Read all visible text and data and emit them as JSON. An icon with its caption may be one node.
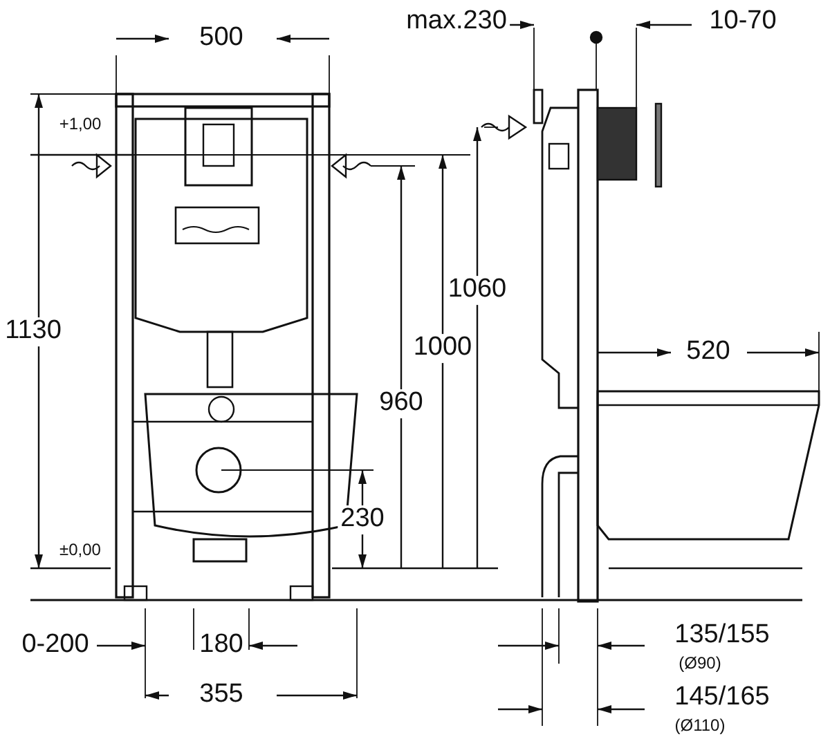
{
  "diagram": {
    "labels": [
      "500",
      "max.230",
      "10-70",
      "+1,00",
      "1060",
      "1130",
      "1000",
      "520",
      "960",
      "230",
      "±0,00",
      "0-200",
      "180",
      "135/155",
      "(Ø90)",
      "355",
      "145/165",
      "(Ø110)"
    ]
  }
}
